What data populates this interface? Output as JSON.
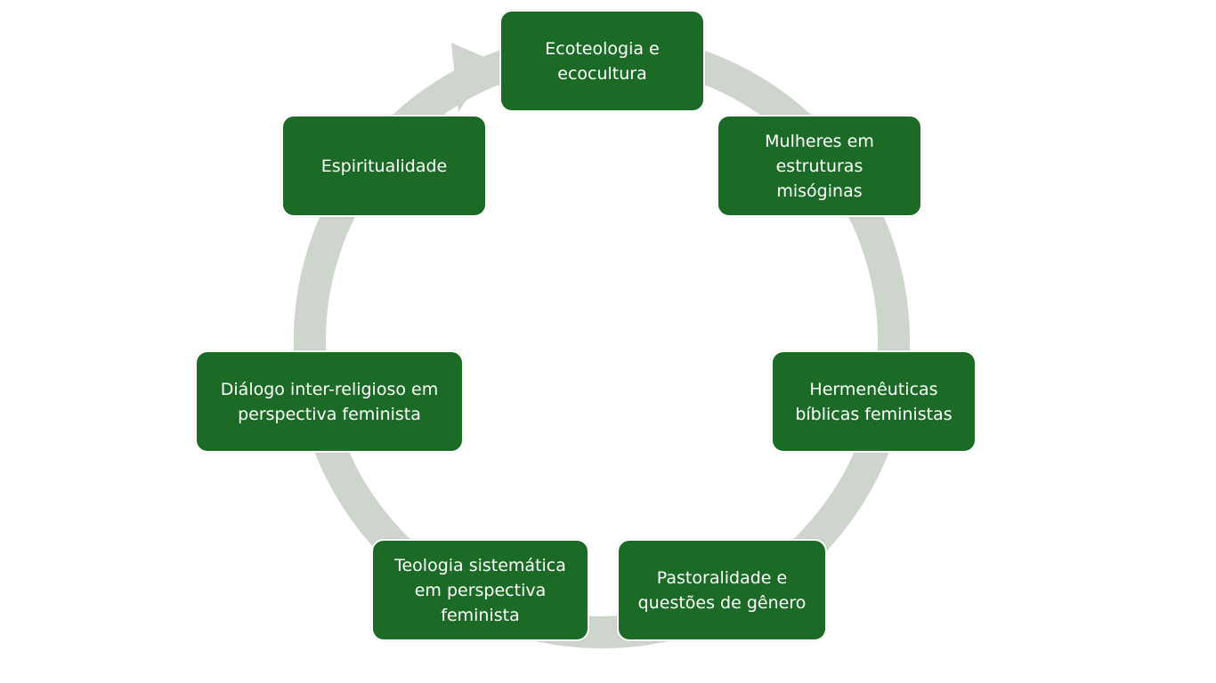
{
  "diagram": {
    "type": "cycle",
    "colors": {
      "node_fill": "#1b6b27",
      "node_text": "#ffffff",
      "ring": "#cdd5cc"
    },
    "nodes": [
      {
        "label": "Ecoteologia e\necocultura"
      },
      {
        "label": "Mulheres em\nestruturas\nmisóginas"
      },
      {
        "label": "Hermenêuticas\nbíblicas feministas"
      },
      {
        "label": "Pastoralidade e\nquestões de gênero"
      },
      {
        "label": "Teologia sistemática\nem perspectiva\nfeminista"
      },
      {
        "label": "Diálogo inter-religioso em\nperspectiva feminista"
      },
      {
        "label": "Espiritualidade"
      }
    ]
  }
}
